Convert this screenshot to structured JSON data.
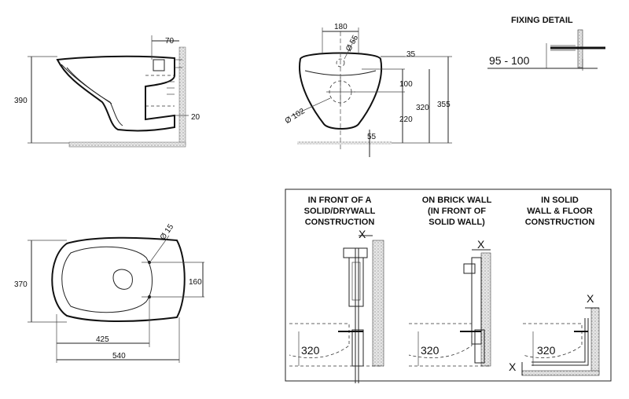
{
  "side_view": {
    "dim_70": "70",
    "dim_390": "390",
    "dim_20": "20"
  },
  "front_view": {
    "dim_180": "180",
    "dim_55_dia": "Ø 55",
    "dim_35": "35",
    "dim_100": "100",
    "dim_102_dia": "Ø 102",
    "dim_320": "320",
    "dim_355": "355",
    "dim_220": "220",
    "dim_55": "55"
  },
  "fixing_detail": {
    "title": "FIXING DETAIL",
    "dim": "95 - 100"
  },
  "top_view": {
    "dim_15_dia": "Ø 15",
    "dim_370": "370",
    "dim_160": "160",
    "dim_425": "425",
    "dim_540": "540"
  },
  "installation": {
    "panels": [
      {
        "heading_lines": [
          "IN FRONT OF A",
          "SOLID/DRYWALL",
          "CONSTRUCTION"
        ],
        "x_label": "X",
        "height": "320"
      },
      {
        "heading_lines": [
          "ON BRICK WALL",
          "(IN FRONT OF",
          "SOLID WALL)"
        ],
        "x_label": "X",
        "height": "320"
      },
      {
        "heading_lines": [
          "IN SOLID",
          "WALL & FLOOR",
          "CONSTRUCTION"
        ],
        "x_label_top": "X",
        "x_label_bottom": "X",
        "height": "320"
      }
    ]
  }
}
